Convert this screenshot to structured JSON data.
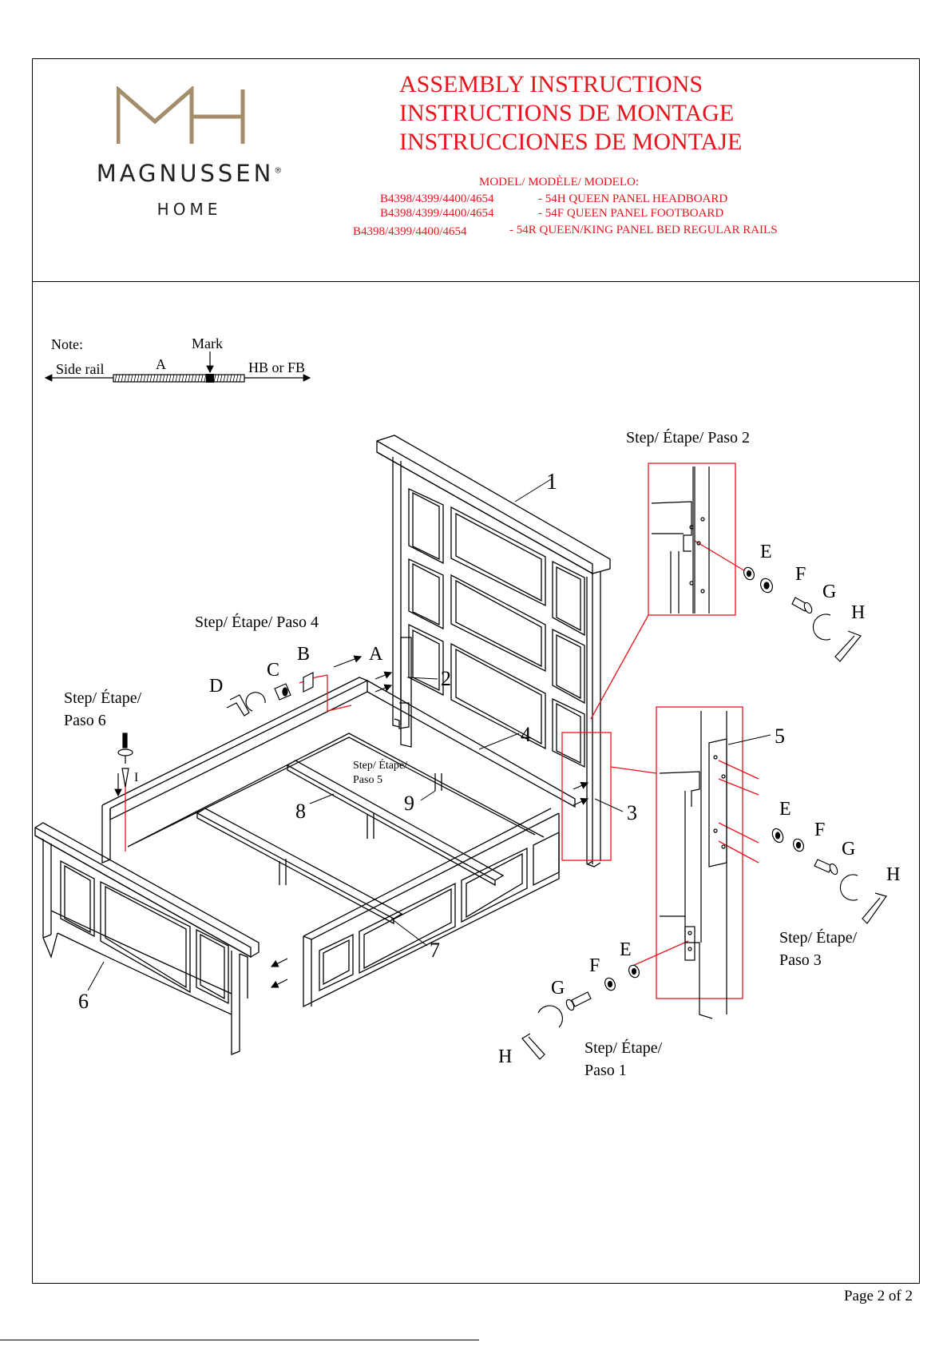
{
  "brand": {
    "name": "MAGNUSSEN",
    "registered": "®",
    "sub": "HOME",
    "logo_letters": "MH",
    "logo_color": "#a48d6b"
  },
  "titles": [
    "ASSEMBLY INSTRUCTIONS",
    "INSTRUCTIONS DE MONTAGE",
    "INSTRUCCIONES DE MONTAJE"
  ],
  "model": {
    "heading": "MODEL/ MODÈLE/ MODELO:",
    "rows": [
      {
        "code": "B4398/4399/4400/4654",
        "desc": "- 54H QUEEN PANEL HEADBOARD"
      },
      {
        "code": "B4398/4399/4400/4654",
        "desc": "- 54F QUEEN PANEL FOOTBOARD"
      },
      {
        "code": "B4398/4399/4400/4654",
        "desc": "- 54R QUEEN/KING PANEL BED REGULAR RAILS"
      }
    ]
  },
  "note": {
    "label": "Note:",
    "mark": "Mark",
    "a": "A",
    "left": "Side rail",
    "right": "HB or FB"
  },
  "steps": {
    "s1a": "Step/ Étape/",
    "s1b": "Paso 1",
    "s2": "Step/ Étape/ Paso 2",
    "s3a": "Step/ Étape/",
    "s3b": "Paso 3",
    "s4": "Step/ Étape/ Paso 4",
    "s5a": "Step/ Étape/",
    "s5b": "Paso 5",
    "s6a": "Step/ Étape/",
    "s6b": "Paso 6"
  },
  "parts": {
    "p1": "1",
    "p2": "2",
    "p3": "3",
    "p4": "4",
    "p5": "5",
    "p6": "6",
    "p7": "7",
    "p8": "8",
    "p9": "9"
  },
  "hardware": {
    "A": "A",
    "B": "B",
    "C": "C",
    "D": "D",
    "E": "E",
    "F": "F",
    "G": "G",
    "H": "H",
    "I": "I"
  },
  "footer": {
    "page": "Page 2 of  2"
  },
  "colors": {
    "accent": "#e8141b",
    "ink": "#000000",
    "logo": "#a48d6b"
  }
}
